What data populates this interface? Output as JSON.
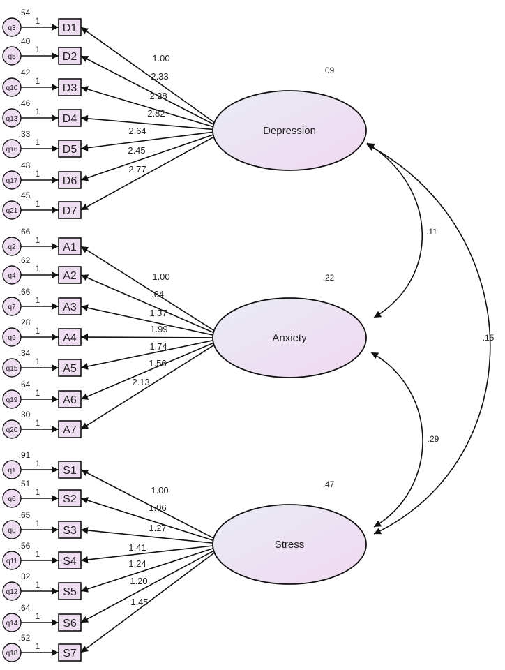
{
  "colors": {
    "stroke": "#111111",
    "node_fill": "#eedcf0",
    "latent_fill_start": "#e8ecf4",
    "latent_fill_end": "#f0d8f0"
  },
  "latents": [
    {
      "name": "Depression",
      "variance": ".09",
      "indicators": [
        {
          "error": "q3",
          "error_var": ".54",
          "fixed": "1",
          "item": "D1",
          "loading": "1.00"
        },
        {
          "error": "q5",
          "error_var": ".40",
          "fixed": "1",
          "item": "D2",
          "loading": "2.33"
        },
        {
          "error": "q10",
          "error_var": ".42",
          "fixed": "1",
          "item": "D3",
          "loading": "2.28"
        },
        {
          "error": "q13",
          "error_var": ".46",
          "fixed": "1",
          "item": "D4",
          "loading": "2.82"
        },
        {
          "error": "q16",
          "error_var": ".33",
          "fixed": "1",
          "item": "D5",
          "loading": "2.64"
        },
        {
          "error": "q17",
          "error_var": ".48",
          "fixed": "1",
          "item": "D6",
          "loading": "2.45"
        },
        {
          "error": "q21",
          "error_var": ".45",
          "fixed": "1",
          "item": "D7",
          "loading": "2.77"
        }
      ]
    },
    {
      "name": "Anxiety",
      "variance": ".22",
      "indicators": [
        {
          "error": "q2",
          "error_var": ".66",
          "fixed": "1",
          "item": "A1",
          "loading": "1.00"
        },
        {
          "error": "q4",
          "error_var": ".62",
          "fixed": "1",
          "item": "A2",
          "loading": ".64"
        },
        {
          "error": "q7",
          "error_var": ".66",
          "fixed": "1",
          "item": "A3",
          "loading": "1.37"
        },
        {
          "error": "q9",
          "error_var": ".28",
          "fixed": "1",
          "item": "A4",
          "loading": "1.99"
        },
        {
          "error": "q15",
          "error_var": ".34",
          "fixed": "1",
          "item": "A5",
          "loading": "1.74"
        },
        {
          "error": "q19",
          "error_var": ".64",
          "fixed": "1",
          "item": "A6",
          "loading": "1.56"
        },
        {
          "error": "q20",
          "error_var": ".30",
          "fixed": "1",
          "item": "A7",
          "loading": "2.13"
        }
      ]
    },
    {
      "name": "Stress",
      "variance": ".47",
      "indicators": [
        {
          "error": "q1",
          "error_var": ".91",
          "fixed": "1",
          "item": "S1",
          "loading": "1.00"
        },
        {
          "error": "q6",
          "error_var": ".51",
          "fixed": "1",
          "item": "S2",
          "loading": "1.06"
        },
        {
          "error": "q8",
          "error_var": ".65",
          "fixed": "1",
          "item": "S3",
          "loading": "1.27"
        },
        {
          "error": "q11",
          "error_var": ".56",
          "fixed": "1",
          "item": "S4",
          "loading": "1.41"
        },
        {
          "error": "q12",
          "error_var": ".32",
          "fixed": "1",
          "item": "S5",
          "loading": "1.24"
        },
        {
          "error": "q14",
          "error_var": ".64",
          "fixed": "1",
          "item": "S6",
          "loading": "1.20"
        },
        {
          "error": "q18",
          "error_var": ".52",
          "fixed": "1",
          "item": "S7",
          "loading": "1.45"
        }
      ]
    }
  ],
  "covariances": [
    {
      "from": "Depression",
      "to": "Anxiety",
      "value": ".11"
    },
    {
      "from": "Anxiety",
      "to": "Stress",
      "value": ".29"
    },
    {
      "from": "Depression",
      "to": "Stress",
      "value": ".15"
    }
  ]
}
